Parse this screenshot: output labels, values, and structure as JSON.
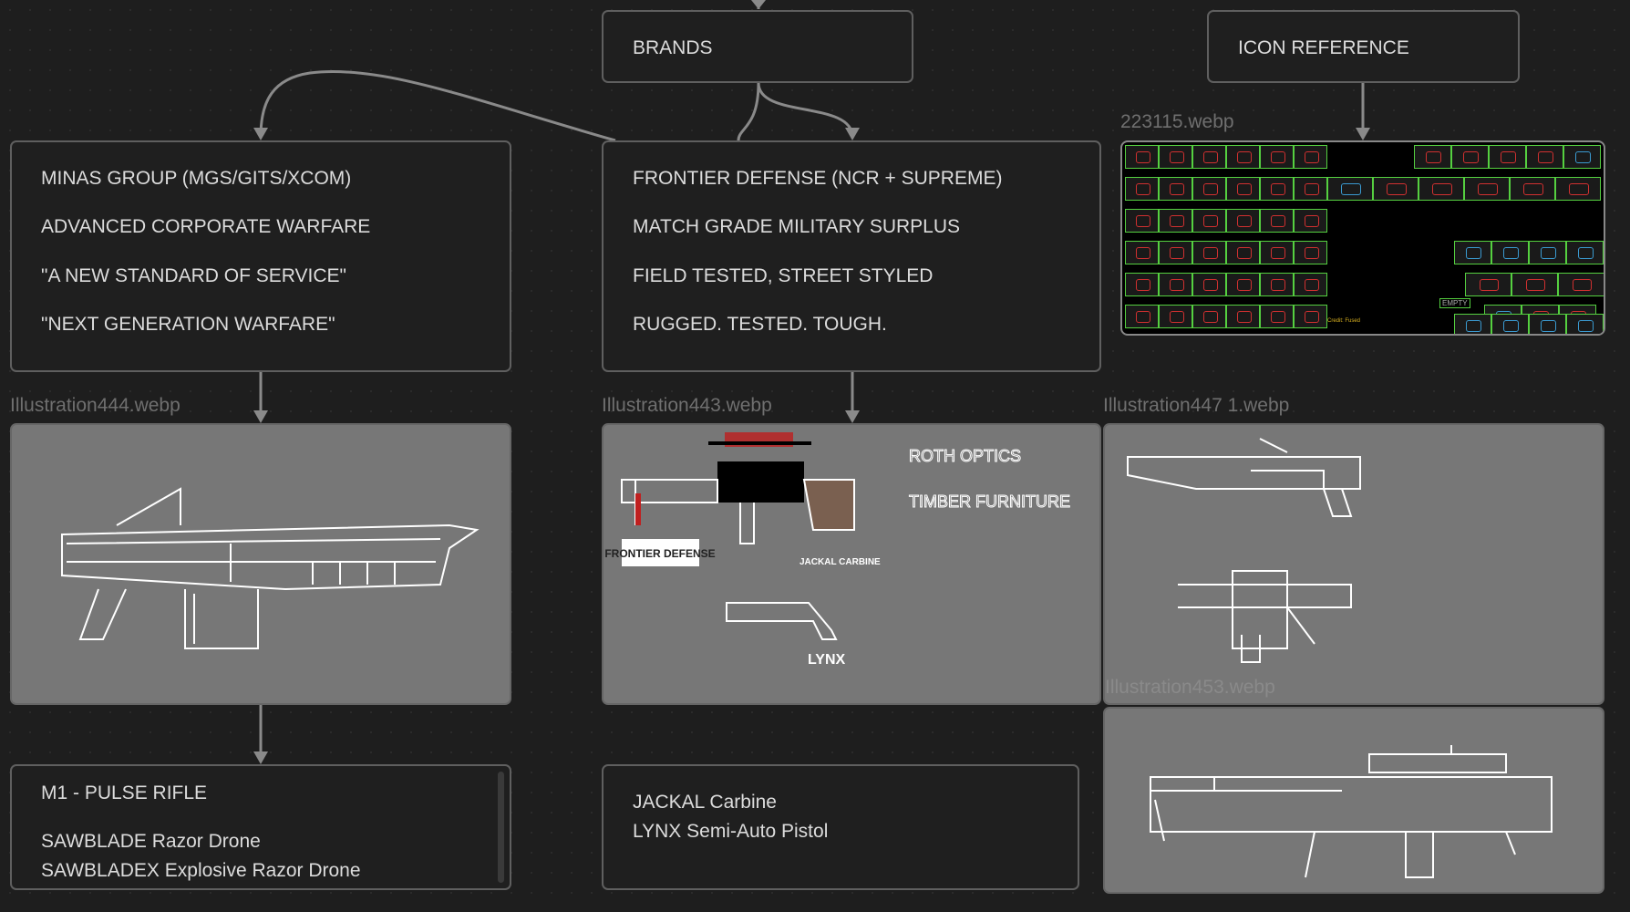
{
  "nodes": {
    "brands": "BRANDS",
    "icon_reference": "ICON REFERENCE",
    "minas": [
      "MINAS GROUP (MGS/GITS/XCOM)",
      "ADVANCED CORPORATE WARFARE",
      "\"A NEW STANDARD OF SERVICE\"",
      "\"NEXT GENERATION WARFARE\""
    ],
    "frontier": [
      "FRONTIER DEFENSE (NCR + SUPREME)",
      "MATCH GRADE MILITARY SURPLUS",
      "FIELD TESTED, STREET STYLED",
      "RUGGED. TESTED. TOUGH."
    ],
    "minas_products": [
      "M1 - PULSE RIFLE",
      "SAWBLADE Razor Drone",
      "SAWBLADEX Explosive Razor Drone"
    ],
    "frontier_products": [
      "JACKAL Carbine",
      "LYNX Semi-Auto Pistol"
    ]
  },
  "images": {
    "icon_ref": "223115.webp",
    "ill444": "Illustration444.webp",
    "ill443": "Illustration443.webp",
    "ill447": "Illustration447 1.webp",
    "ill453": "Illustration453.webp"
  },
  "sketch_text": {
    "frontier_logo": "FRONTIER DEFENSE",
    "jackal": "JACKAL CARBINE",
    "lynx": "LYNX",
    "roth": "ROTH OPTICS",
    "timber": "TIMBER FURNITURE"
  },
  "icon_ref_text": {
    "empty": "EMPTY",
    "credit": "Credit: Fused"
  }
}
